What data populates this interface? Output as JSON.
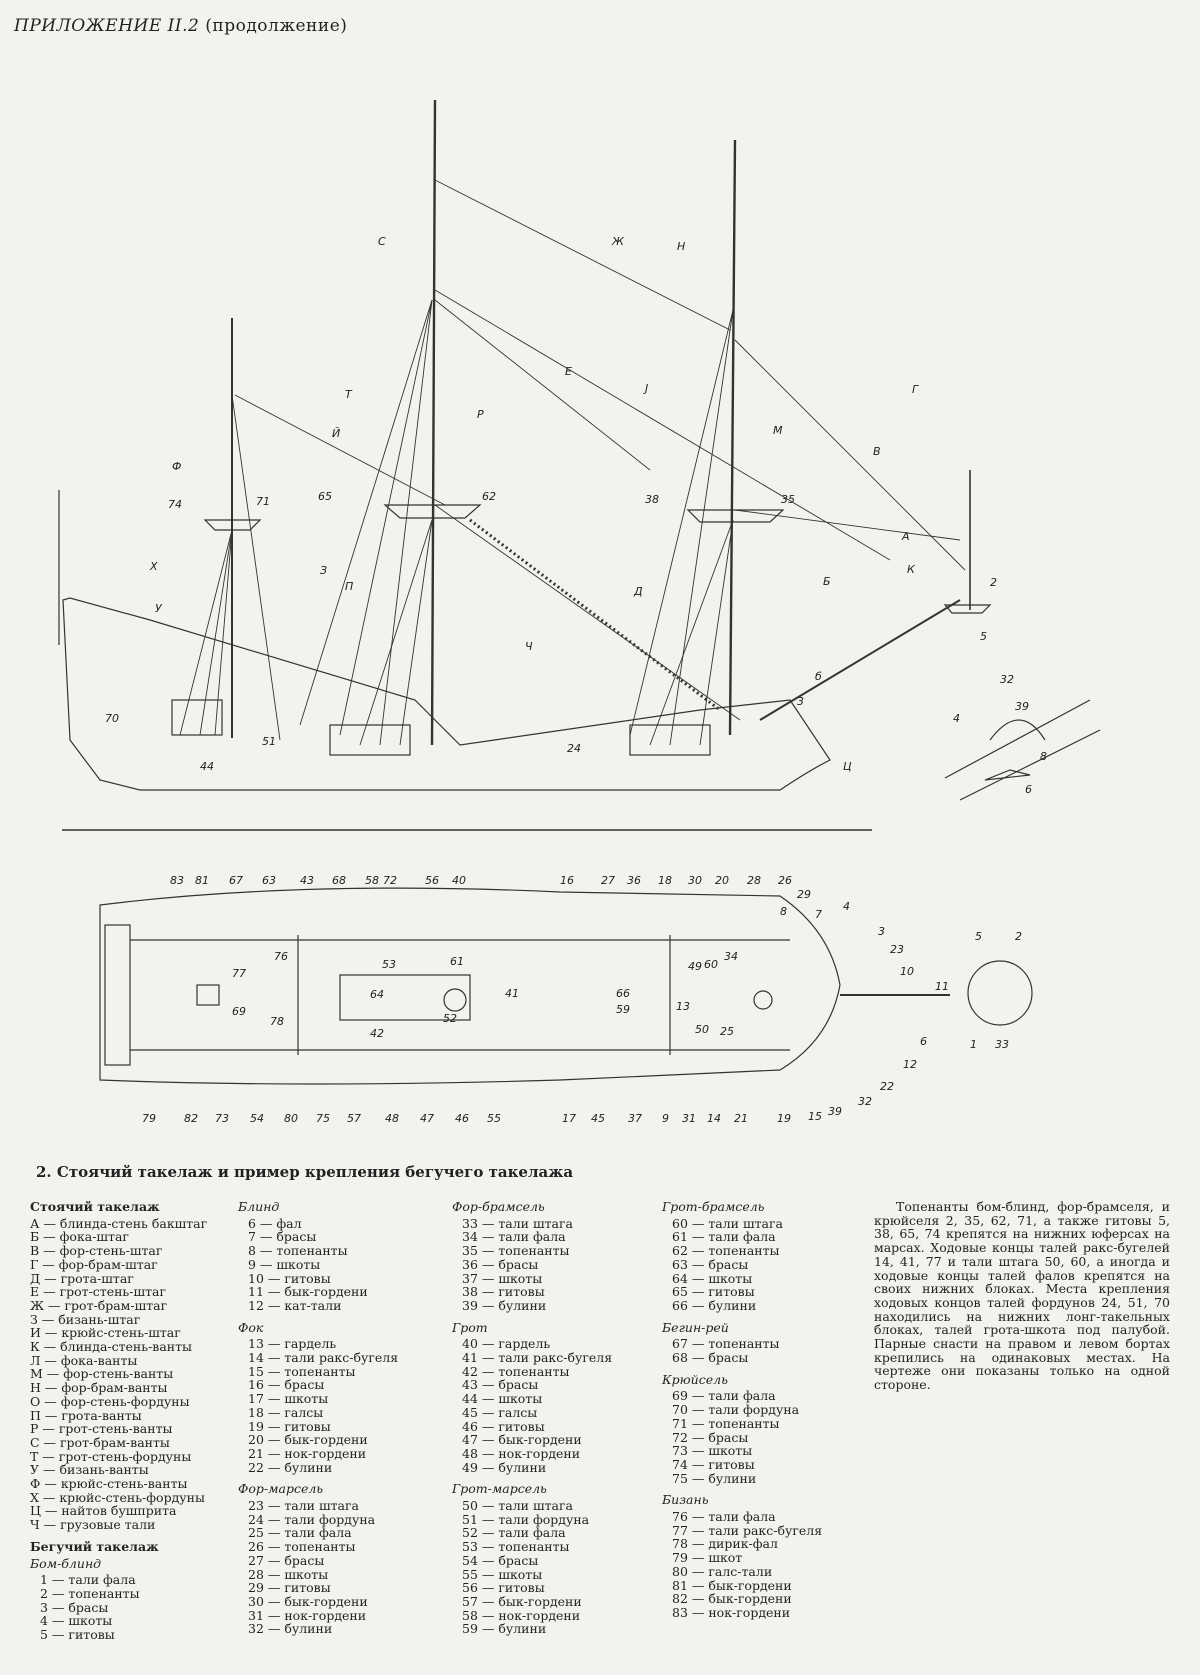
{
  "header": {
    "title": "ПРИЛОЖЕНИЕ II.2",
    "suffix": "(продолжение)"
  },
  "caption": "2. Стоячий такелаж и пример крепления бегучего такелажа",
  "colors": {
    "ink": "#222222",
    "paper": "#f4f2ee"
  },
  "top_labels": [
    "С",
    "Ж",
    "Н",
    "Е",
    "Г",
    "Т",
    "J",
    "Р",
    "М",
    "Й",
    "В",
    "Ф",
    "74",
    "71",
    "65",
    "62",
    "38",
    "35",
    "А",
    "К",
    "Х",
    "З",
    "П",
    "Б",
    "2",
    "У",
    "Д",
    "Ч",
    "5",
    "б",
    "3",
    "32",
    "39",
    "4",
    "70",
    "51",
    "44",
    "24",
    "Ц",
    "8",
    "6"
  ],
  "plan_labels_top": [
    "83",
    "81",
    "67",
    "63",
    "43",
    "68",
    "58",
    "72",
    "56",
    "40",
    "16",
    "27",
    "36",
    "18",
    "30",
    "20",
    "28",
    "26",
    "29",
    "8",
    "7",
    "4",
    "3",
    "23",
    "10",
    "11",
    "5",
    "2"
  ],
  "plan_labels_inner": [
    "77",
    "76",
    "69",
    "78",
    "53",
    "61",
    "64",
    "41",
    "42",
    "52",
    "66",
    "59",
    "49",
    "34",
    "60",
    "13",
    "50",
    "25"
  ],
  "plan_labels_bottom": [
    "79",
    "82",
    "73",
    "54",
    "80",
    "75",
    "57",
    "48",
    "47",
    "46",
    "55",
    "17",
    "45",
    "37",
    "9",
    "31",
    "14",
    "21",
    "19",
    "15",
    "39",
    "32",
    "22",
    "12",
    "6",
    "1",
    "33"
  ],
  "standing": {
    "title": "Стоячий такелаж",
    "items": [
      "А — блинда-стень бакштаг",
      "Б — фока-штаг",
      "В — фор-стень-штаг",
      "Г — фор-брам-штаг",
      "Д — грота-штаг",
      "Е — грот-стень-штаг",
      "Ж — грот-брам-штаг",
      "З — бизань-штаг",
      "И — крюйс-стень-штаг",
      "К — блинда-стень-ванты",
      "Л — фока-ванты",
      "М — фор-стень-ванты",
      "Н — фор-брам-ванты",
      "О — фор-стень-фордуны",
      "П — грота-ванты",
      "Р — грот-стень-ванты",
      "С — грот-брам-ванты",
      "Т — грот-стень-фордуны",
      "У — бизань-ванты",
      "Ф — крюйс-стень-ванты",
      "Х — крюйс-стень-фордуны",
      "Ц — найтов бушприта",
      "Ч — грузовые тали"
    ]
  },
  "running": {
    "title": "Бегучий такелаж",
    "sub": "Бом-блинд",
    "items": [
      "1 — тали фала",
      "2 — топенанты",
      "3 — брасы",
      "4 — шкоты",
      "5 — гитовы"
    ]
  },
  "blind": {
    "title": "Блинд",
    "items": [
      "6 — фал",
      "7 — брасы",
      "8 — топенанты",
      "9 — шкоты",
      "10 — гитовы",
      "11 — бык-гордени",
      "12 — кат-тали"
    ]
  },
  "fok": {
    "title": "Фок",
    "items": [
      "13 — гардель",
      "14 — тали ракс-бугеля",
      "15 — топенанты",
      "16 — брасы",
      "17 — шкоты",
      "18 — галсы",
      "19 — гитовы",
      "20 — бык-гордени",
      "21 — нок-гордени",
      "22 — булини"
    ]
  },
  "formars": {
    "title": "Фор-марсель",
    "items": [
      "23 — тали штага",
      "24 — тали фордуна",
      "25 — тали фала",
      "26 — топенанты",
      "27 — брасы",
      "28 — шкоты",
      "29 — гитовы",
      "30 — бык-гордени",
      "31 — нок-гордени",
      "32 — булини"
    ]
  },
  "forbram": {
    "title": "Фор-брамсель",
    "items": [
      "33 — тали штага",
      "34 — тали фала",
      "35 — топенанты",
      "36 — брасы",
      "37 — шкоты",
      "38 — гитовы",
      "39 — булини"
    ]
  },
  "grot": {
    "title": "Грот",
    "items": [
      "40 — гардель",
      "41 — тали ракс-бугеля",
      "42 — топенанты",
      "43 — брасы",
      "44 — шкоты",
      "45 — галсы",
      "46 — гитовы",
      "47 — бык-гордени",
      "48 — нок-гордени",
      "49 — булини"
    ]
  },
  "grotmars": {
    "title": "Грот-марсель",
    "items": [
      "50 — тали штага",
      "51 — тали фордуна",
      "52 — тали фала",
      "53 — топенанты",
      "54 — брасы",
      "55 — шкоты",
      "56 — гитовы",
      "57 — бык-гордени",
      "58 — нок-гордени",
      "59 — булини"
    ]
  },
  "grotbram": {
    "title": "Грот-брамсель",
    "items": [
      "60 — тали штага",
      "61 — тали фала",
      "62 — топенанты",
      "63 — брасы",
      "64 — шкоты",
      "65 — гитовы",
      "66 — булини"
    ]
  },
  "beginrei": {
    "title": "Бегин-рей",
    "items": [
      "67 — топенанты",
      "68 — брасы"
    ]
  },
  "kruysel": {
    "title": "Крюйсель",
    "items": [
      "69 — тали фала",
      "70 — тали фордуна",
      "71 — топенанты",
      "72 — брасы",
      "73 — шкоты",
      "74 — гитовы",
      "75 — булини"
    ]
  },
  "bizan": {
    "title": "Бизань",
    "items": [
      "76 — тали фала",
      "77 — тали ракс-бугеля",
      "78 — дирик-фал",
      "79 — шкот",
      "80 — галс-тали",
      "81 — бык-гордени",
      "82 — бык-гордени",
      "83 — нок-гордени"
    ]
  },
  "note": "Топенанты бом-блинд, фор-брамселя, и крюйселя 2, 35, 62, 71, а также гитовы 5, 38, 65, 74 крепятся на нижних юферсах на марсах. Ходовые концы талей ракс-бугелей 14, 41, 77 и тали штага 50, 60, а иногда и ходовые концы талей фалов крепятся на своих нижних блоках. Места крепления ходовых концов талей фордунов 24, 51, 70 находились на нижних лонг-такельных блоках, талей грота-шкота под палубой. Парные снасти на правом и левом бортах крепились на одинаковых местах. На чертеже они показаны только на одной стороне."
}
